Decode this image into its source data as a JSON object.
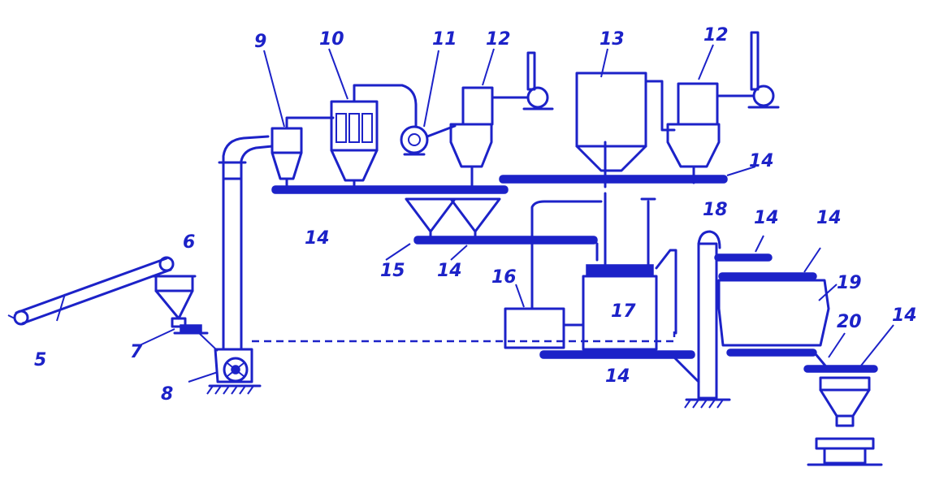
{
  "figure": {
    "ink_color": "#1c22c8",
    "background": "#ffffff",
    "labels": {
      "l5": "5",
      "l6": "6",
      "l7": "7",
      "l8": "8",
      "l9": "9",
      "l10": "10",
      "l11": "11",
      "l12a": "12",
      "l12b": "12",
      "l13": "13",
      "l14a": "14",
      "l14b": "14",
      "l14c": "14",
      "l14d": "14",
      "l14e": "14",
      "l14f": "14",
      "l14g": "14",
      "l15": "15",
      "l16": "16",
      "l17": "17",
      "l18": "18",
      "l19": "19",
      "l20": "20"
    }
  }
}
